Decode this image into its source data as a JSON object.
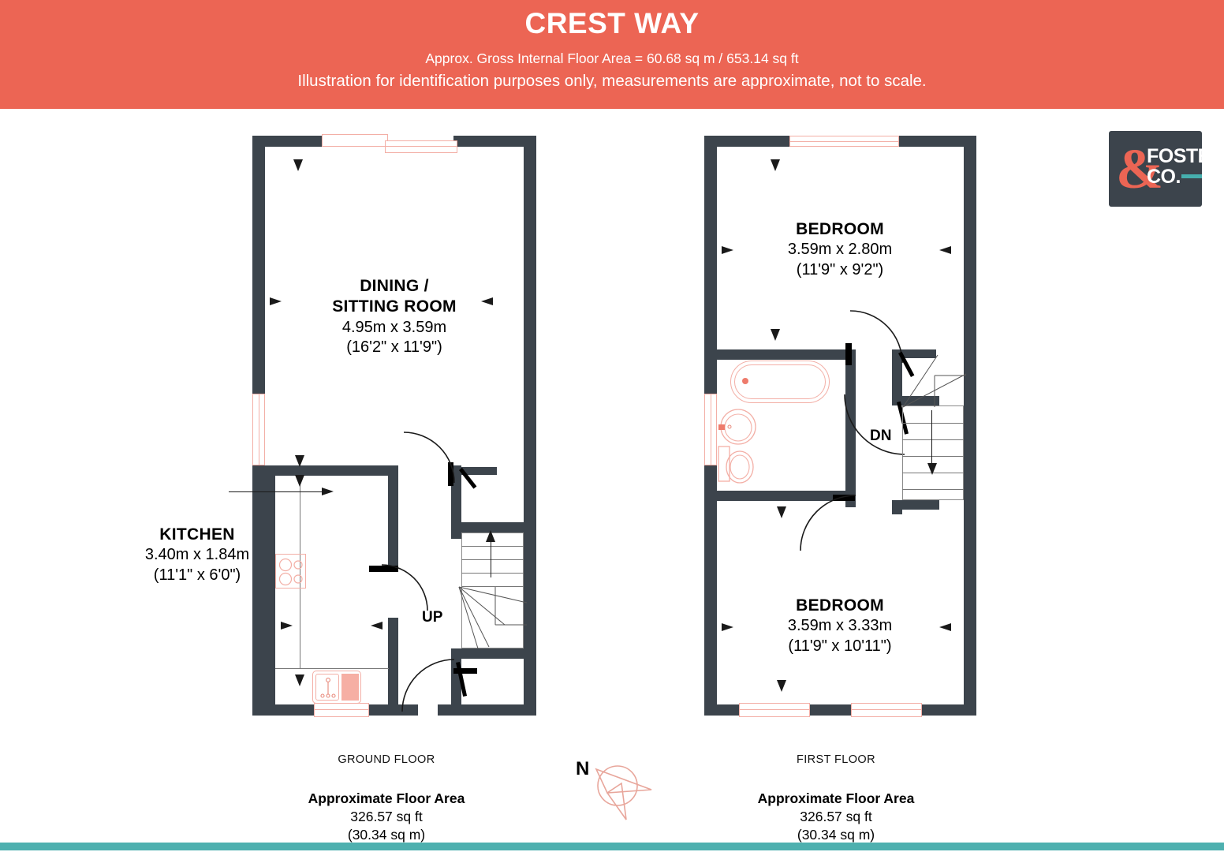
{
  "header": {
    "title": "CREST WAY",
    "subtitle1": "Approx. Gross Internal Floor Area = 60.68 sq m / 653.14 sq ft",
    "subtitle2": "Illustration for identification purposes only, measurements are approximate, not to scale."
  },
  "logo": {
    "ampersand": "&",
    "line1": "FOSTER",
    "line2": "CO.",
    "bg_color": "#3C444C",
    "accent_color": "#EC6554",
    "dash_color": "#46AFAE"
  },
  "colors": {
    "header_bg": "#EC6554",
    "wall": "#3C444C",
    "fixture": "#F3AFA6",
    "bottom_bar": "#4EB0AF"
  },
  "ground_floor": {
    "rooms": [
      {
        "name": "DINING /",
        "name2": "SITTING ROOM",
        "metric": "4.95m x 3.59m",
        "imperial": "(16'2\" x 11'9\")"
      },
      {
        "name": "KITCHEN",
        "metric": "3.40m x 1.84m",
        "imperial": "(11'1\" x 6'0\")"
      }
    ],
    "stairs_label": "UP",
    "caption": {
      "floor": "GROUND FLOOR",
      "area_title": "Approximate Floor Area",
      "area_ft": "326.57 sq ft",
      "area_m": "(30.34 sq m)"
    }
  },
  "first_floor": {
    "rooms": [
      {
        "name": "BEDROOM",
        "metric": "3.59m x 2.80m",
        "imperial": "(11'9\" x 9'2\")"
      },
      {
        "name": "BEDROOM",
        "metric": "3.59m x 3.33m",
        "imperial": "(11'9\" x 10'11\")"
      }
    ],
    "stairs_label": "DN",
    "caption": {
      "floor": "FIRST FLOOR",
      "area_title": "Approximate Floor Area",
      "area_ft": "326.57 sq ft",
      "area_m": "(30.34 sq m)"
    }
  },
  "compass": {
    "north_label": "N"
  }
}
